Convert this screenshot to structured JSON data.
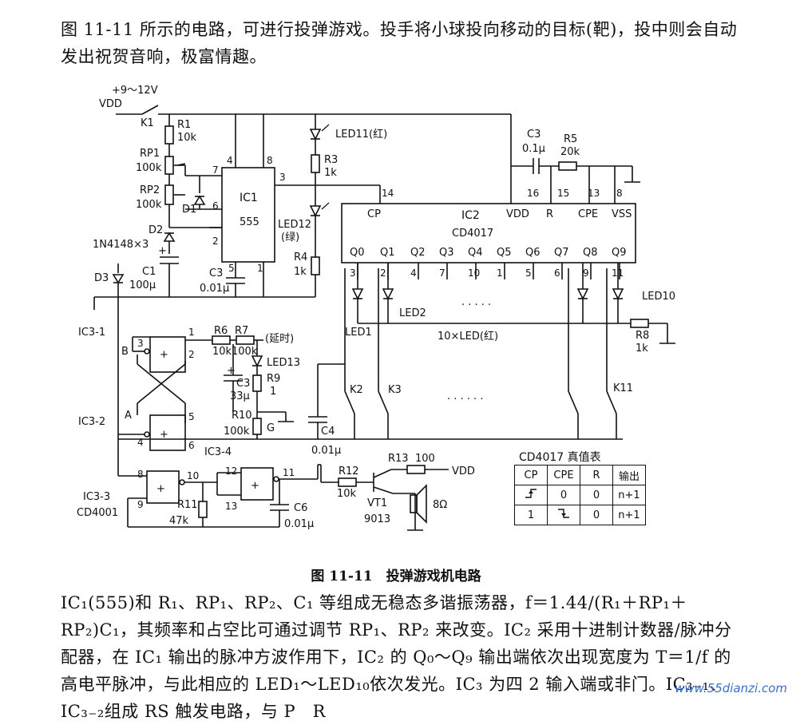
{
  "intro_text": "图 11-11 所示的电路，可进行投弹游戏。投手将小球投向移动的目标(靶)，投中则会自动发出祝贺音响，极富情趣。",
  "caption": "图 11-11　投弹游戏机电路",
  "body_text": "IC₁(555)和 R₁、RP₁、RP₂、C₁ 等组成无稳态多谐振荡器，f＝1.44/(R₁＋RP₁＋RP₂)C₁，其频率和占空比可通过调节 RP₁、RP₂ 来改变。IC₂ 采用十进制计数器/脉冲分配器，在 IC₁ 输出的脉冲方波作用下，IC₂ 的 Q₀～Q₉ 输出端依次出现宽度为 T＝1/f 的高电平脉冲，与此相应的 LED₁～LED₁₀依次发光。IC₃ 为四 2 输入端或非门。IC₃₋₁、IC₃₋₂组成 RS 触发电路，与 P　R",
  "watermark": "www.55dianzi.com",
  "labels": {
    "supply": "+9～12V",
    "vdd": "VDD",
    "k1": "K1",
    "r1": "R1",
    "r1v": "10k",
    "rp1": "RP1",
    "rp1v": "100k",
    "rp2": "RP2",
    "rp2v": "100k",
    "d1": "D1",
    "d2": "D2",
    "dnote": "1N4148×3",
    "d3": "D3",
    "c1": "C1",
    "c1v": "100μ",
    "c3a": "C3",
    "c3av": "0.01μ",
    "ic1": "IC1",
    "ic1t": "555",
    "led11": "LED11(红)",
    "r3": "R3",
    "r3v": "1k",
    "led12": "LED12",
    "led12c": "(绿)",
    "r4": "R4",
    "r4v": "1k",
    "c3b": "C3",
    "c3bv": "0.1μ",
    "r5": "R5",
    "r5v": "20k",
    "ic2": "IC2",
    "ic2t": "CD4017",
    "cp": "CP",
    "vddp": "VDD",
    "r": "R",
    "cpe": "CPE",
    "vss": "VSS",
    "q": [
      "Q0",
      "Q1",
      "Q2",
      "Q3",
      "Q4",
      "Q5",
      "Q6",
      "Q7",
      "Q8",
      "Q9"
    ],
    "qpins": [
      "3",
      "2",
      "4",
      "7",
      "10",
      "1",
      "5",
      "6",
      "9",
      "11"
    ],
    "toppins": [
      "14",
      "16",
      "15",
      "13",
      "8"
    ],
    "led1": "LED1",
    "led2": "LED2",
    "led10": "LED10",
    "ledgroup": "10×LED(红)",
    "r8": "R8",
    "r8v": "1k",
    "k2": "K2",
    "k3": "K3",
    "k11": "K11",
    "c4": "C4",
    "c4v": "0.01μ",
    "ic31": "IC3-1",
    "ic32": "IC3-2",
    "ic33": "IC3-3",
    "ic34": "IC3-4",
    "cd4001": "CD4001",
    "nodeA": "A",
    "nodeB": "B",
    "nodeG": "G",
    "r6": "R6",
    "r6v": "10k",
    "r7": "R7",
    "r7v": "100k",
    "delay": "(延时)",
    "led13": "LED13",
    "c3c": "C3",
    "c3cv": "33μ",
    "r9": "R9",
    "r9v": "1",
    "r10": "R10",
    "r10v": "100k",
    "r11": "R11",
    "r11v": "47k",
    "r12": "R12",
    "r12v": "10k",
    "r13": "R13",
    "r13v": "100",
    "vt1": "VT1",
    "vt1t": "9013",
    "spk": "8Ω",
    "c6": "C6",
    "c6v": "0.01μ",
    "gatepins": [
      "3",
      "1",
      "2",
      "4",
      "6",
      "5",
      "8",
      "9",
      "10",
      "12",
      "13",
      "11"
    ],
    "ic1pins": [
      "4",
      "8",
      "7",
      "6",
      "2",
      "3",
      "5",
      "1"
    ],
    "plus": "+",
    "one": "1"
  },
  "truth_table": {
    "title": "CD4017 真值表",
    "headers": [
      "CP",
      "CPE",
      "R",
      "输出"
    ],
    "rows": [
      [
        "rise",
        "0",
        "0",
        "n+1"
      ],
      [
        "1",
        "fall",
        "0",
        "n+1"
      ]
    ]
  }
}
